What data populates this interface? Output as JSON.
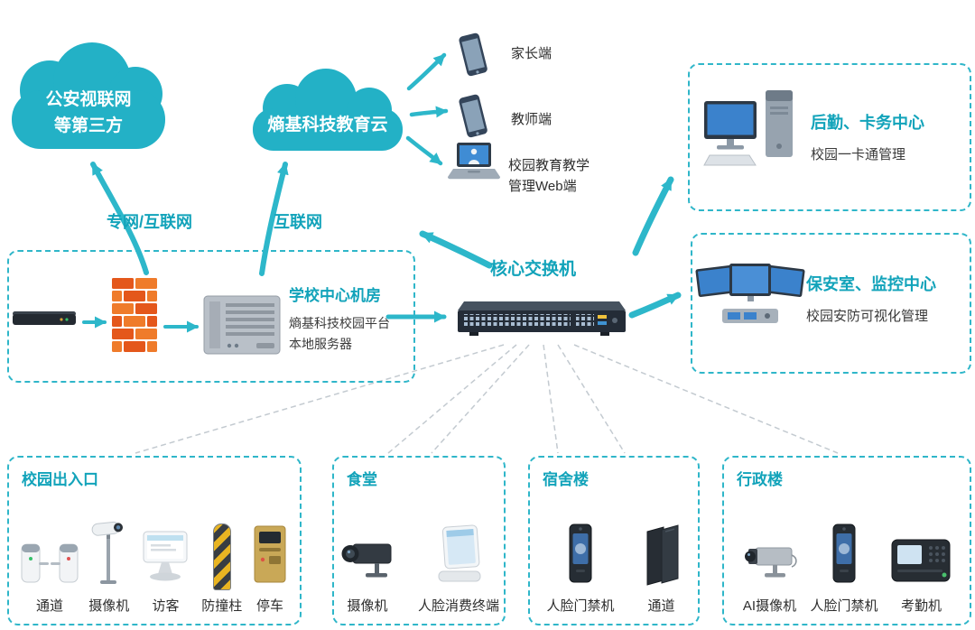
{
  "clouds": {
    "cloud1": {
      "line1": "公安视联网",
      "line2": "等第三方"
    },
    "cloud2": {
      "label": "熵基科技教育云"
    }
  },
  "endpoints": {
    "parent": "家长端",
    "teacher": "教师端",
    "web_line1": "校园教育教学",
    "web_line2": "管理Web端"
  },
  "links": {
    "private_net": "专网/互联网",
    "internet": "互联网"
  },
  "server_room": {
    "title": "学校中心机房",
    "sub1": "熵基科技校园平台",
    "sub2": "本地服务器"
  },
  "core_switch": {
    "label": "核心交换机"
  },
  "logistics": {
    "title": "后勤、卡务中心",
    "subtitle": "校园一卡通管理"
  },
  "security": {
    "title": "保安室、监控中心",
    "subtitle": "校园安防可视化管理"
  },
  "zones": {
    "entrance": {
      "title": "校园出入口",
      "items": [
        "通道",
        "摄像机",
        "访客",
        "防撞柱",
        "停车"
      ]
    },
    "canteen": {
      "title": "食堂",
      "items": [
        "摄像机",
        "人脸消费终端"
      ]
    },
    "dorm": {
      "title": "宿舍楼",
      "items": [
        "人脸门禁机",
        "通道"
      ]
    },
    "admin": {
      "title": "行政楼",
      "items": [
        "AI摄像机",
        "人脸门禁机",
        "考勤机"
      ]
    }
  },
  "colors": {
    "accent_teal": "#23b1c6",
    "heading_teal": "#12a3ba",
    "firewall_orange": "#e4571b",
    "switch_dark": "#242c37"
  }
}
